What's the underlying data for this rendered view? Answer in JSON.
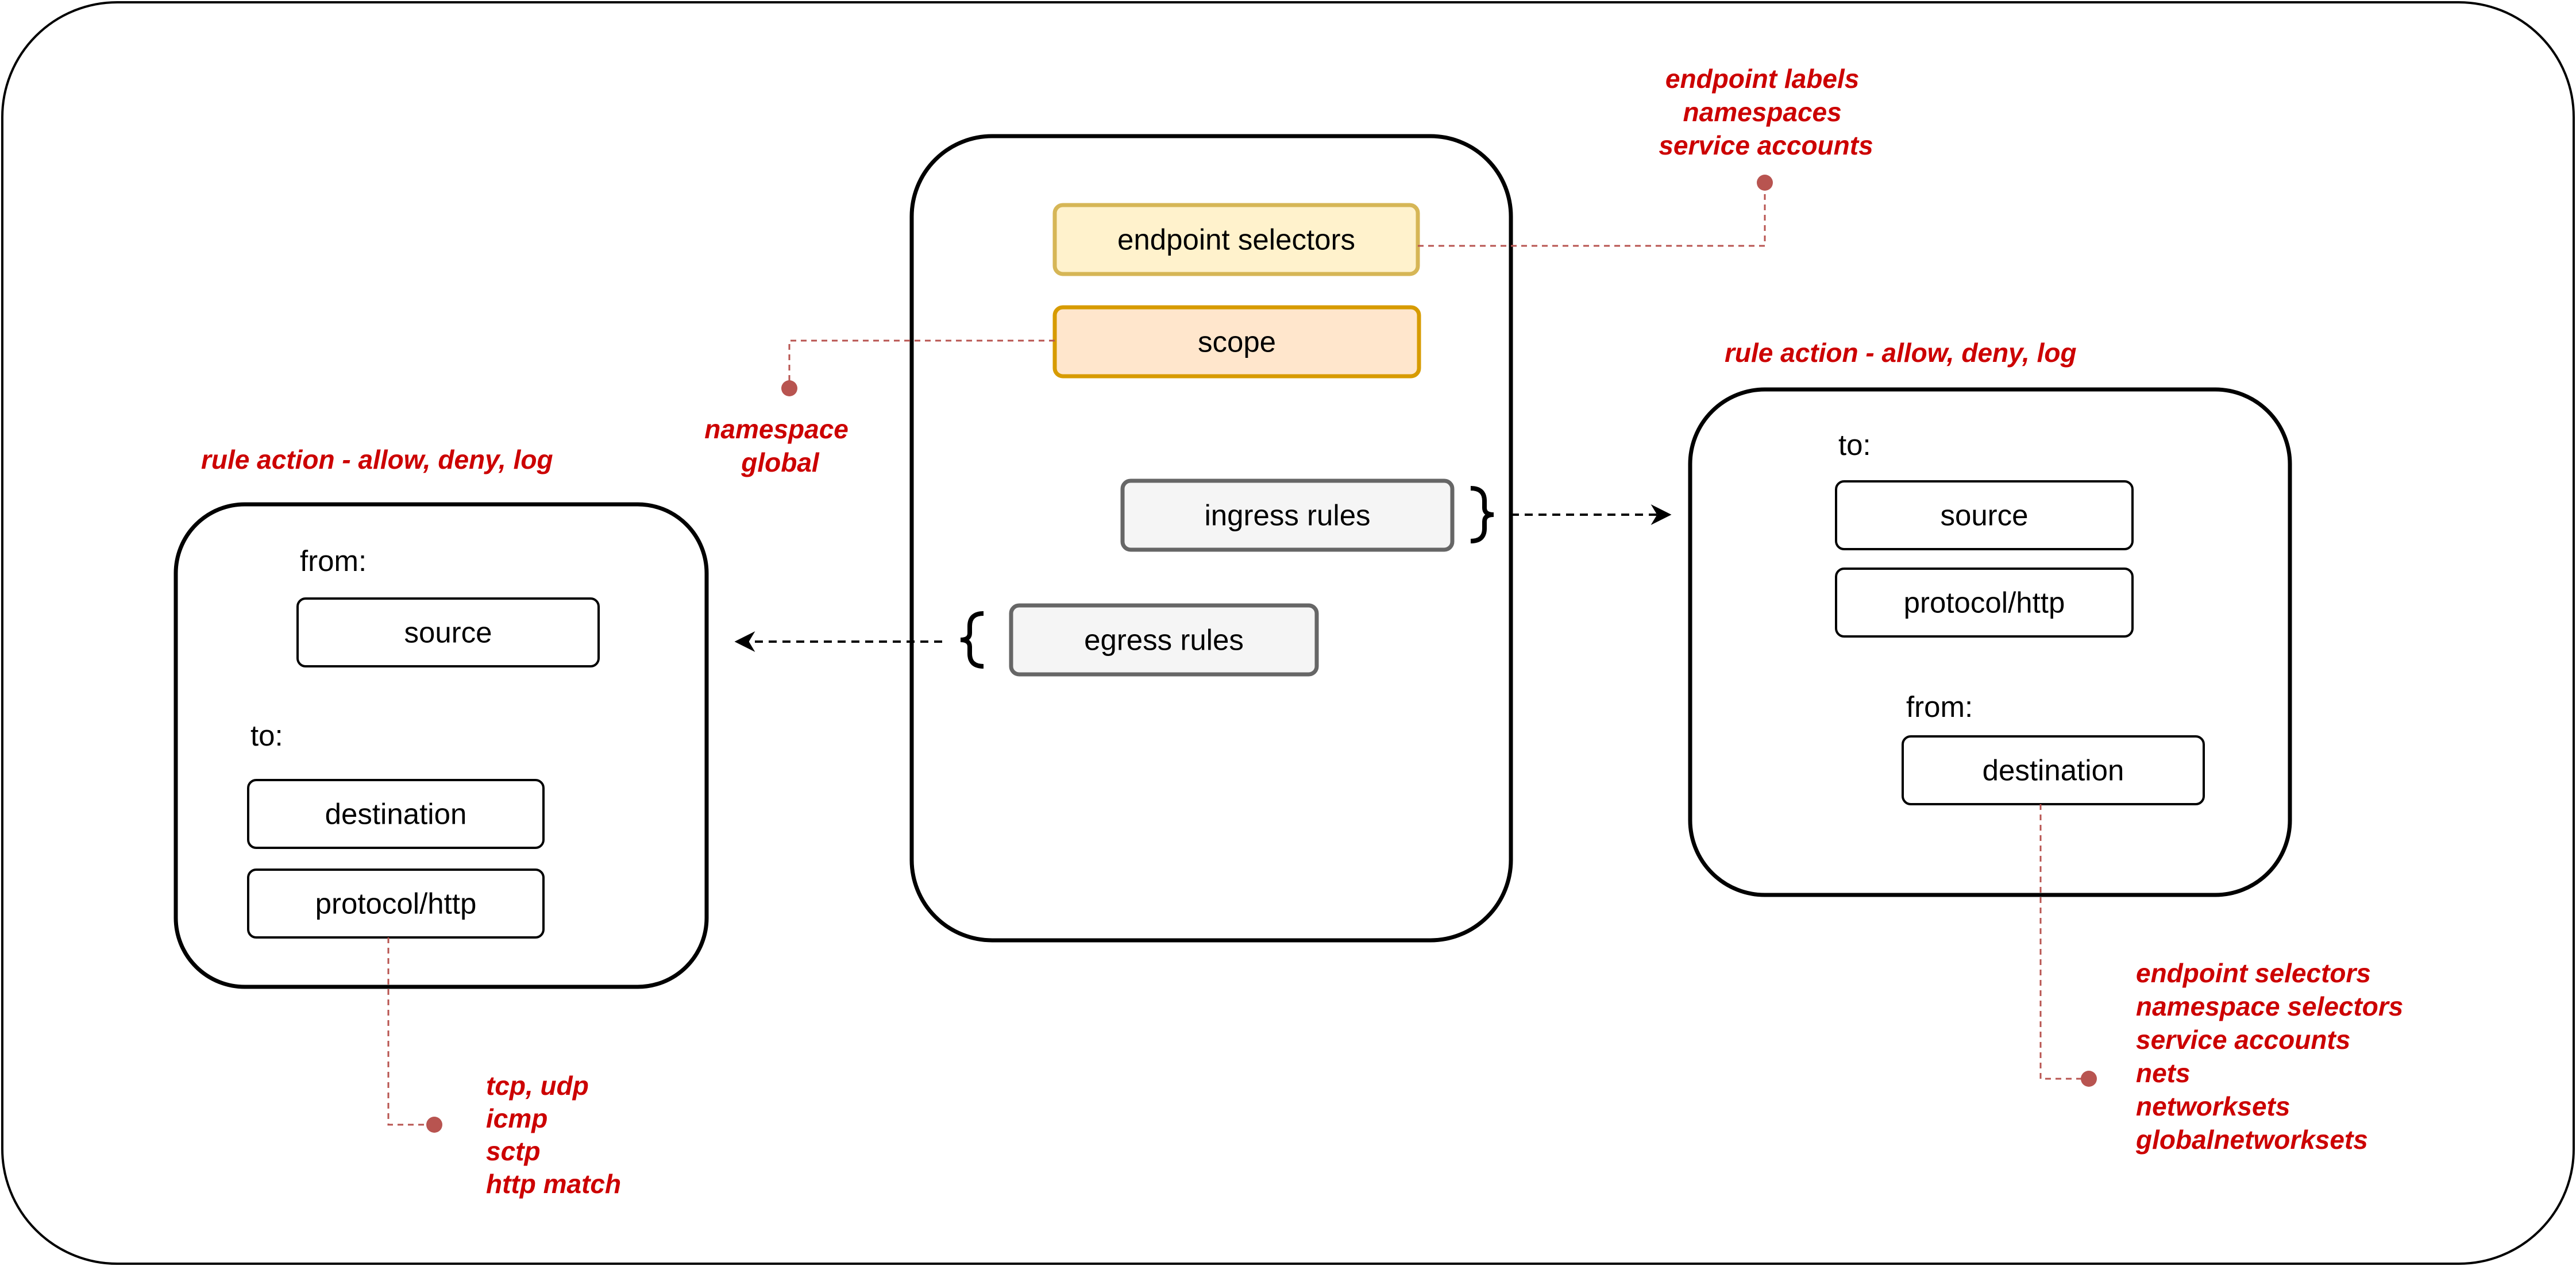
{
  "colors": {
    "annotation": "#cc0000",
    "leader": "#b85450",
    "selector_fill": "#fff2cc",
    "selector_stroke": "#d6b656",
    "scope_fill": "#ffe6cc",
    "scope_stroke": "#d79b00",
    "rule_fill": "#f5f5f5",
    "rule_stroke": "#666666"
  },
  "policy": {
    "endpoint_selectors": "endpoint selectors",
    "scope": "scope",
    "ingress_rules": "ingress rules",
    "egress_rules": "egress rules"
  },
  "left_rule": {
    "action": "rule action - allow, deny, log",
    "from_label": "from:",
    "source": "source",
    "to_label": "to:",
    "destination": "destination",
    "protocol": "protocol/http"
  },
  "right_rule": {
    "action": "rule action - allow, deny, log",
    "to_label": "to:",
    "source": "source",
    "protocol": "protocol/http",
    "from_label": "from:",
    "destination": "destination"
  },
  "notes": {
    "selector": [
      "endpoint labels",
      "namespaces",
      "service accounts"
    ],
    "scope": [
      "namespace",
      "global"
    ],
    "protocol": [
      "tcp, udp",
      "icmp",
      "sctp",
      "http match"
    ],
    "destination": [
      "endpoint selectors",
      "namespace selectors",
      "service accounts",
      "nets",
      "networksets",
      "globalnetworksets"
    ]
  }
}
